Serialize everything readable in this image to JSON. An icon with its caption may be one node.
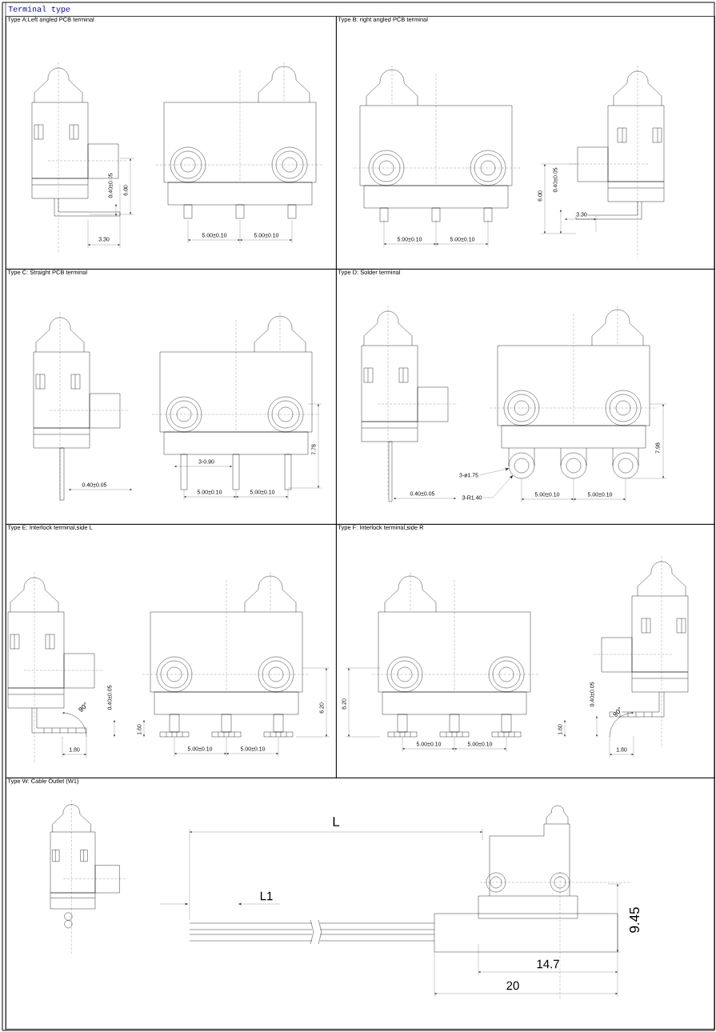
{
  "diagram": {
    "title": "Terminal type",
    "nodes": [
      {
        "text": [
          "Type A:Left angled PCB terminal"
        ]
      },
      {
        "text": [
          "Type B: right angled PCB terminal"
        ]
      },
      {
        "text": [
          "Type C: Straight PCB terminal"
        ]
      },
      {
        "text": [
          "Type D: Solder terminal"
        ]
      },
      {
        "text": [
          "Type E: Interlock terminal,side L"
        ]
      },
      {
        "text": [
          "Type F: Interlock terminal,side R"
        ]
      },
      {
        "text": [
          "Type W: Cable Outlet  (W1)"
        ]
      },
      {
        "text": [
          "3-ø1.75"
        ],
        "in": 3
      },
      {
        "text": [
          "3-R1.40"
        ],
        "in": 3
      },
      {
        "text": [],
        "shape": "circle",
        "in": 3
      }
    ],
    "edges": [
      {
        "from": 7,
        "to": 9,
        "arrow": "to"
      },
      {
        "from": 8,
        "to": 9,
        "arrow": "to"
      }
    ],
    "labels": [
      "0.40±0.05",
      "6.00",
      "3.30",
      "5.00±0.10",
      "5.00±0.10",
      "6.00",
      "0.40±0.05",
      "3.30",
      "5.00±0.10",
      "5.00±0.10",
      "3-0.90",
      "7.78",
      "0.40±0.05",
      "5.00±0.10",
      "5.00±0.10",
      "7.98",
      "0.40±0.05",
      "5.00±0.10",
      "5.00±0.10",
      "0.40±0.05",
      "90°",
      "6.20",
      "1.60",
      "1.80",
      "5.00±0.10",
      "5.00±0.10",
      "6.20",
      "0.40±0.05",
      "90°",
      "1.60",
      "5.00±0.10",
      "5.00±0.10",
      "1.80",
      "L",
      "L1",
      "9.45",
      "14.7",
      "20"
    ]
  }
}
